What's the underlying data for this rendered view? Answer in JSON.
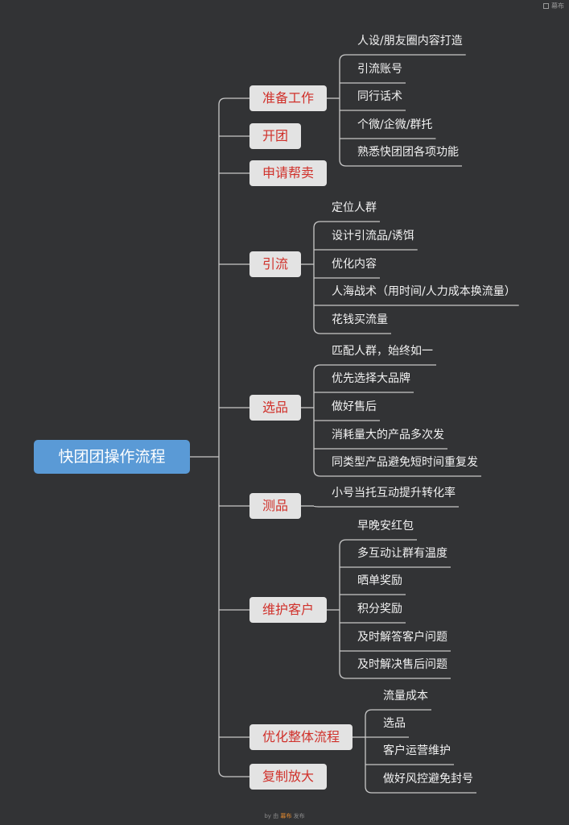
{
  "brand": {
    "label": "幕布",
    "icon": "mubu-logo-icon"
  },
  "root": "快团团操作流程",
  "branches": [
    {
      "label": "准备工作",
      "children": [
        "人设/朋友圈内容打造",
        "引流账号",
        "同行话术",
        "个微/企微/群托",
        "熟悉快团团各项功能"
      ]
    },
    {
      "label": "开团",
      "children": []
    },
    {
      "label": "申请帮卖",
      "children": []
    },
    {
      "label": "引流",
      "children": [
        "定位人群",
        "设计引流品/诱饵",
        "优化内容",
        "人海战术（用时间/人力成本换流量）",
        "花钱买流量"
      ]
    },
    {
      "label": "选品",
      "children": [
        "匹配人群，始终如一",
        "优先选择大品牌",
        "做好售后",
        "消耗量大的产品多次发",
        "同类型产品避免短时间重复发"
      ]
    },
    {
      "label": "测品",
      "children": [
        "小号当托互动提升转化率"
      ]
    },
    {
      "label": "维护客户",
      "children": [
        "早晚安红包",
        "多互动让群有温度",
        "晒单奖励",
        "积分奖励",
        "及时解答客户问题",
        "及时解决售后问题"
      ]
    },
    {
      "label": "优化整体流程",
      "children": [
        "流量成本",
        "选品",
        "客户运营维护",
        "做好风控避免封号"
      ]
    },
    {
      "label": "复制放大",
      "children": []
    }
  ],
  "footer": {
    "by": "by",
    "from": "由",
    "brand": "幕布",
    "publish": "发布"
  }
}
